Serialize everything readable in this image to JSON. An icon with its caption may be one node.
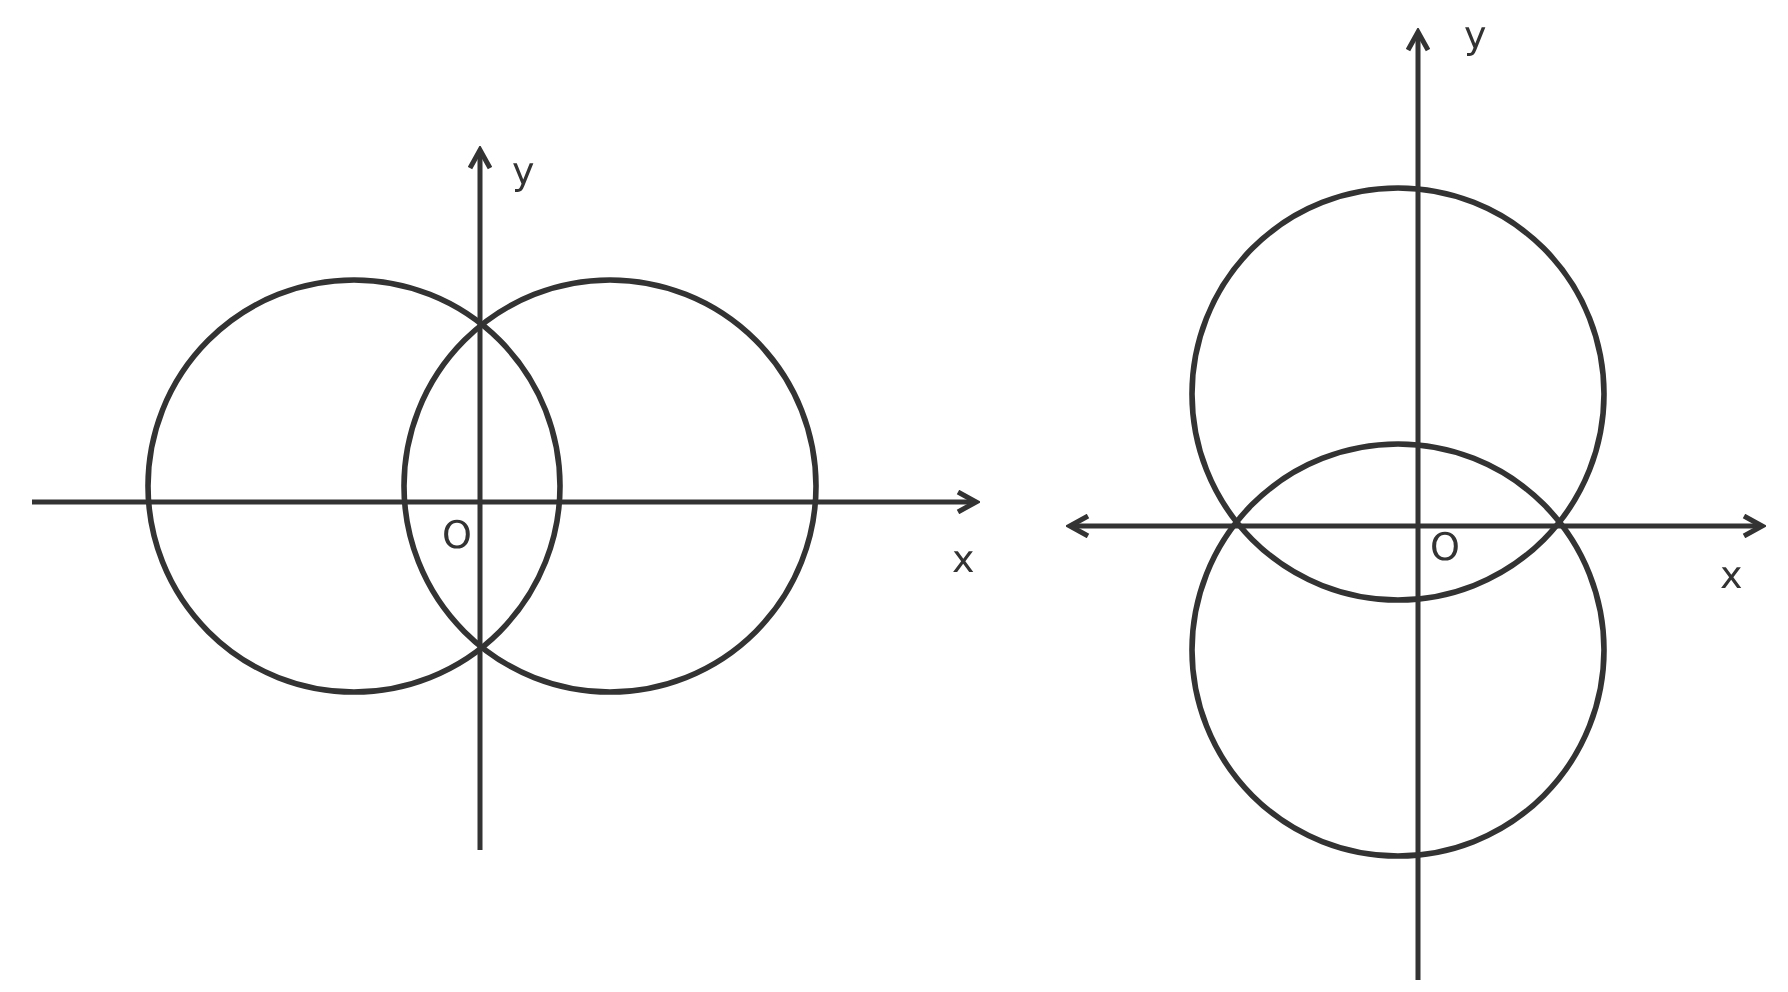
{
  "diagram": {
    "labels": [
      "y",
      "O",
      "x",
      "y",
      "O",
      "x"
    ]
  }
}
